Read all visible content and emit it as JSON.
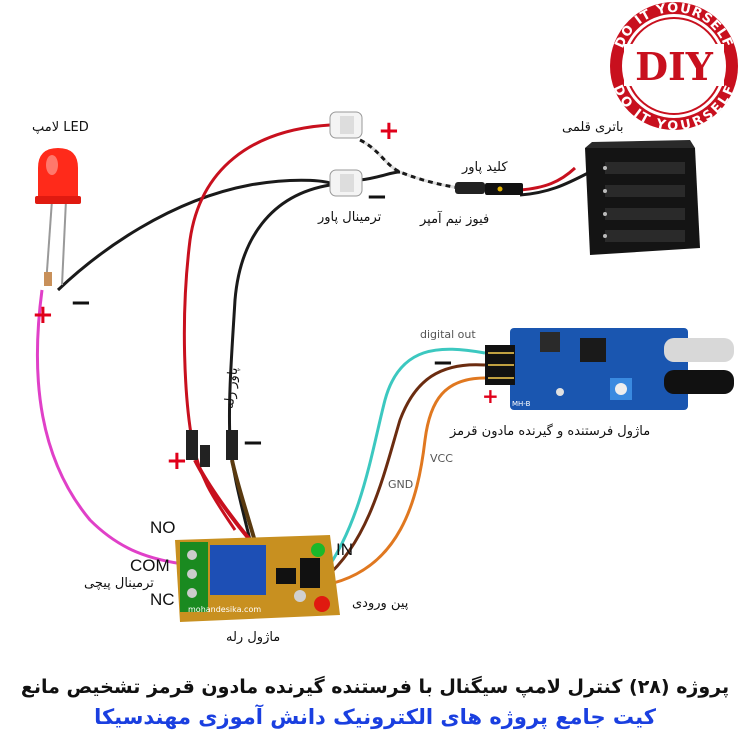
{
  "labels": {
    "led_lamp": "لامپ LED",
    "battery_holder": "باتری قلمی",
    "power_switch": "کلید پاور",
    "half_amp_fuse": "فیوز نیم آمپر",
    "power_terminal": "ترمینال پاور",
    "relay_power": "پاور رله",
    "ir_module": "ماژول فرستنده و گیرنده مادون قرمز",
    "screw_terminal": "ترمینال پیچی",
    "relay_module": "ماژول رله",
    "input_pins": "پین ورودی",
    "no": "NO",
    "com": "COM",
    "nc": "NC",
    "in": "IN"
  },
  "wire_labels": {
    "digital_out": "digital out",
    "gnd": "GND",
    "vcc": "VCC"
  },
  "signs": {
    "plus": "+",
    "minus": "−"
  },
  "badge": {
    "text": "DIY",
    "ring_text_top": "DO IT YOURSELF",
    "ring_text_bottom": "DO IT YOURSELF"
  },
  "module_text": {
    "relay_board": "mohandesika.com",
    "ir_board": "MH-B"
  },
  "captions": {
    "title": "پروژه (۲۸) کنترل لامپ سیگنال با فرستنده گیرنده مادون قرمز تشخیص مانع",
    "subtitle": "کیت جامع پروژه های الکترونیک دانش آموزی مهندسیکا"
  },
  "colors": {
    "red_wire": "#c8101e",
    "black_wire": "#1a1a1a",
    "magenta_wire": "#e040c8",
    "cyan_wire": "#3cc8c0",
    "brown_wire": "#6b2c10",
    "orange_wire": "#e07820",
    "badge_red": "#c8101e",
    "subtitle_blue": "#1a3fe0"
  }
}
